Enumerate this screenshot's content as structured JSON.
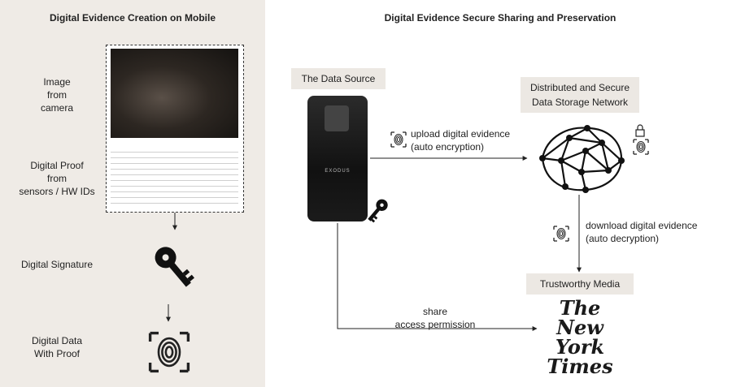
{
  "left": {
    "title": "Digital Evidence Creation on Mobile",
    "image_label": [
      "Image",
      "from",
      "camera"
    ],
    "proof_label": [
      "Digital Proof",
      "from",
      "sensors / HW IDs"
    ],
    "signature_label": "Digital Signature",
    "data_label": [
      "Digital Data",
      "With Proof"
    ]
  },
  "right": {
    "title": "Digital Evidence Secure Sharing and Preservation",
    "source_label": "The Data Source",
    "phone_brand": "EXODUS",
    "storage_label": [
      "Distributed and Secure",
      "Data Storage Network"
    ],
    "upload_label": [
      "upload digital evidence",
      "(auto encryption)"
    ],
    "download_label": [
      "download digital evidence",
      "(auto decryption)"
    ],
    "media_label": "Trustworthy Media",
    "share_label": [
      "share",
      "access permission"
    ],
    "nyt": [
      "The",
      "New York",
      "Times"
    ]
  },
  "icons": [
    "key-icon",
    "fingerprint-icon",
    "lock-icon",
    "network-icon"
  ]
}
